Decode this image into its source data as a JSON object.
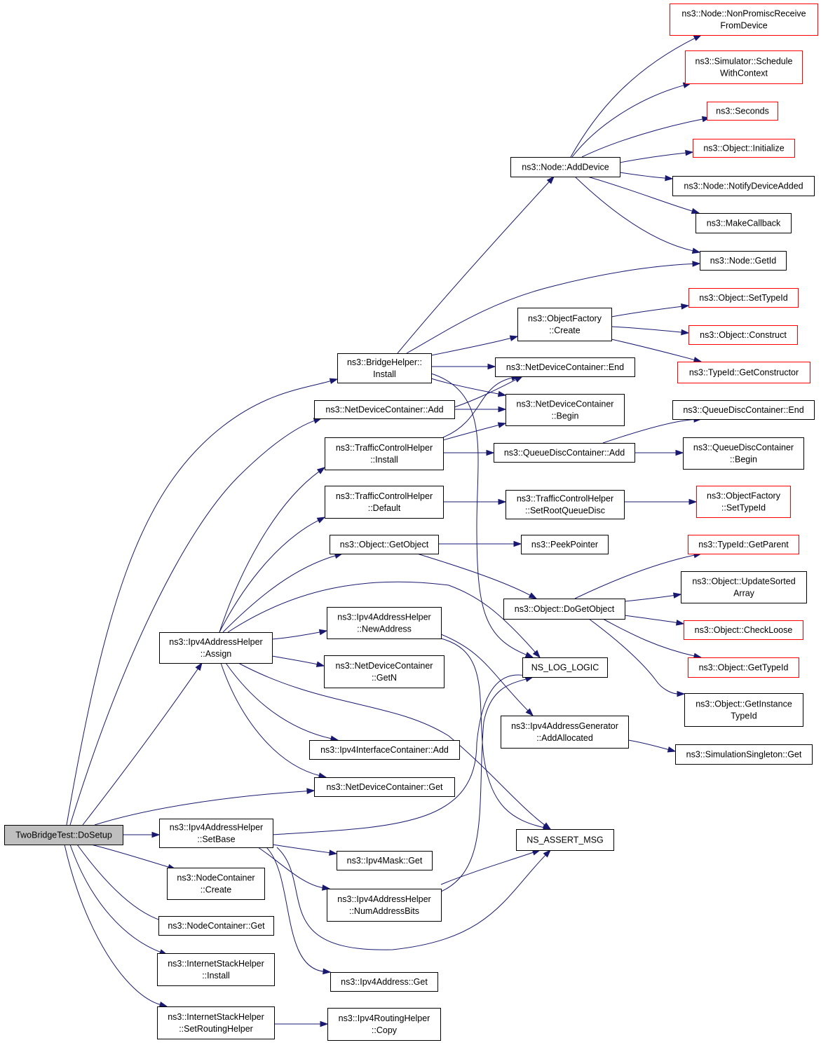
{
  "colors": {
    "edge": "#191970",
    "normal_border": "#000000",
    "truncated_border": "#ff0000",
    "root_fill": "#bfbfbf",
    "node_fill": "#ffffff"
  },
  "nodes": [
    {
      "id": "root",
      "lines": [
        "TwoBridgeTest::DoSetup"
      ],
      "style": "root"
    },
    {
      "id": "bridge_install",
      "lines": [
        "ns3::BridgeHelper::",
        "Install"
      ],
      "style": "normal"
    },
    {
      "id": "ndc_add",
      "lines": [
        "ns3::NetDeviceContainer::Add"
      ],
      "style": "normal"
    },
    {
      "id": "tch_install",
      "lines": [
        "ns3::TrafficControlHelper",
        "::Install"
      ],
      "style": "normal"
    },
    {
      "id": "tch_default",
      "lines": [
        "ns3::TrafficControlHelper",
        "::Default"
      ],
      "style": "normal"
    },
    {
      "id": "obj_getobject",
      "lines": [
        "ns3::Object::GetObject"
      ],
      "style": "normal"
    },
    {
      "id": "ipv4ah_assign",
      "lines": [
        "ns3::Ipv4AddressHelper",
        "::Assign"
      ],
      "style": "normal"
    },
    {
      "id": "ipv4ah_newaddr",
      "lines": [
        "ns3::Ipv4AddressHelper",
        "::NewAddress"
      ],
      "style": "normal"
    },
    {
      "id": "ndc_getn",
      "lines": [
        "ns3::NetDeviceContainer",
        "::GetN"
      ],
      "style": "normal"
    },
    {
      "id": "ipv4ic_add",
      "lines": [
        "ns3::Ipv4InterfaceContainer::Add"
      ],
      "style": "normal"
    },
    {
      "id": "ndc_get",
      "lines": [
        "ns3::NetDeviceContainer::Get"
      ],
      "style": "normal"
    },
    {
      "id": "ipv4ah_setbase",
      "lines": [
        "ns3::Ipv4AddressHelper",
        "::SetBase"
      ],
      "style": "normal"
    },
    {
      "id": "nc_create",
      "lines": [
        "ns3::NodeContainer",
        "::Create"
      ],
      "style": "normal"
    },
    {
      "id": "nc_get",
      "lines": [
        "ns3::NodeContainer::Get"
      ],
      "style": "normal"
    },
    {
      "id": "ish_install",
      "lines": [
        "ns3::InternetStackHelper",
        "::Install"
      ],
      "style": "normal"
    },
    {
      "id": "ish_setrouting",
      "lines": [
        "ns3::InternetStackHelper",
        "::SetRoutingHelper"
      ],
      "style": "normal"
    },
    {
      "id": "ipv4mask_get",
      "lines": [
        "ns3::Ipv4Mask::Get"
      ],
      "style": "normal"
    },
    {
      "id": "ipv4ah_numbits",
      "lines": [
        "ns3::Ipv4AddressHelper",
        "::NumAddressBits"
      ],
      "style": "normal"
    },
    {
      "id": "ipv4addr_get",
      "lines": [
        "ns3::Ipv4Address::Get"
      ],
      "style": "normal"
    },
    {
      "id": "ipv4rh_copy",
      "lines": [
        "ns3::Ipv4RoutingHelper",
        "::Copy"
      ],
      "style": "normal"
    },
    {
      "id": "node_adddevice",
      "lines": [
        "ns3::Node::AddDevice"
      ],
      "style": "normal"
    },
    {
      "id": "of_create",
      "lines": [
        "ns3::ObjectFactory",
        "::Create"
      ],
      "style": "normal"
    },
    {
      "id": "ndc_end",
      "lines": [
        "ns3::NetDeviceContainer::End"
      ],
      "style": "normal"
    },
    {
      "id": "ndc_begin",
      "lines": [
        "ns3::NetDeviceContainer",
        "::Begin"
      ],
      "style": "normal"
    },
    {
      "id": "qdc_add",
      "lines": [
        "ns3::QueueDiscContainer::Add"
      ],
      "style": "normal"
    },
    {
      "id": "tch_setroot",
      "lines": [
        "ns3::TrafficControlHelper",
        "::SetRootQueueDisc"
      ],
      "style": "normal"
    },
    {
      "id": "peekpointer",
      "lines": [
        "ns3::PeekPointer"
      ],
      "style": "normal"
    },
    {
      "id": "obj_dogetobject",
      "lines": [
        "ns3::Object::DoGetObject"
      ],
      "style": "normal"
    },
    {
      "id": "ns_log_logic",
      "lines": [
        "NS_LOG_LOGIC"
      ],
      "style": "normal"
    },
    {
      "id": "ipv4ag_addalloc",
      "lines": [
        "ns3::Ipv4AddressGenerator",
        "::AddAllocated"
      ],
      "style": "normal"
    },
    {
      "id": "ns_assert_msg",
      "lines": [
        "NS_ASSERT_MSG"
      ],
      "style": "normal"
    },
    {
      "id": "node_nonpromisc",
      "lines": [
        "ns3::Node::NonPromiscReceive",
        "FromDevice"
      ],
      "style": "truncated"
    },
    {
      "id": "sim_schedule",
      "lines": [
        "ns3::Simulator::Schedule",
        "WithContext"
      ],
      "style": "truncated"
    },
    {
      "id": "seconds",
      "lines": [
        "ns3::Seconds"
      ],
      "style": "truncated"
    },
    {
      "id": "obj_initialize",
      "lines": [
        "ns3::Object::Initialize"
      ],
      "style": "truncated"
    },
    {
      "id": "node_notify",
      "lines": [
        "ns3::Node::NotifyDeviceAdded"
      ],
      "style": "normal"
    },
    {
      "id": "makecallback",
      "lines": [
        "ns3::MakeCallback"
      ],
      "style": "normal"
    },
    {
      "id": "node_getid",
      "lines": [
        "ns3::Node::GetId"
      ],
      "style": "normal"
    },
    {
      "id": "obj_settypeid",
      "lines": [
        "ns3::Object::SetTypeId"
      ],
      "style": "truncated"
    },
    {
      "id": "obj_construct",
      "lines": [
        "ns3::Object::Construct"
      ],
      "style": "truncated"
    },
    {
      "id": "typeid_getctor",
      "lines": [
        "ns3::TypeId::GetConstructor"
      ],
      "style": "truncated"
    },
    {
      "id": "qdc_end",
      "lines": [
        "ns3::QueueDiscContainer::End"
      ],
      "style": "normal"
    },
    {
      "id": "qdc_begin",
      "lines": [
        "ns3::QueueDiscContainer",
        "::Begin"
      ],
      "style": "normal"
    },
    {
      "id": "of_settypeid",
      "lines": [
        "ns3::ObjectFactory",
        "::SetTypeId"
      ],
      "style": "truncated"
    },
    {
      "id": "typeid_getparent",
      "lines": [
        "ns3::TypeId::GetParent"
      ],
      "style": "truncated"
    },
    {
      "id": "obj_updatesorted",
      "lines": [
        "ns3::Object::UpdateSorted",
        "Array"
      ],
      "style": "normal"
    },
    {
      "id": "obj_checkloose",
      "lines": [
        "ns3::Object::CheckLoose"
      ],
      "style": "truncated"
    },
    {
      "id": "obj_gettypeid",
      "lines": [
        "ns3::Object::GetTypeId"
      ],
      "style": "truncated"
    },
    {
      "id": "obj_getinstance",
      "lines": [
        "ns3::Object::GetInstance",
        "TypeId"
      ],
      "style": "normal"
    },
    {
      "id": "simsingleton_get",
      "lines": [
        "ns3::SimulationSingleton::Get"
      ],
      "style": "normal"
    }
  ],
  "edges": [
    [
      "root",
      "bridge_install"
    ],
    [
      "root",
      "ndc_add"
    ],
    [
      "root",
      "ipv4ah_assign"
    ],
    [
      "root",
      "ndc_get"
    ],
    [
      "root",
      "ipv4ah_setbase"
    ],
    [
      "root",
      "nc_create"
    ],
    [
      "root",
      "nc_get"
    ],
    [
      "root",
      "ish_install"
    ],
    [
      "root",
      "ish_setrouting"
    ],
    [
      "bridge_install",
      "node_adddevice"
    ],
    [
      "bridge_install",
      "of_create"
    ],
    [
      "bridge_install",
      "ndc_end"
    ],
    [
      "bridge_install",
      "ndc_begin"
    ],
    [
      "bridge_install",
      "node_getid"
    ],
    [
      "bridge_install",
      "ns_log_logic"
    ],
    [
      "ndc_add",
      "ndc_end"
    ],
    [
      "ndc_add",
      "ndc_begin"
    ],
    [
      "tch_install",
      "ndc_end"
    ],
    [
      "tch_install",
      "ndc_begin"
    ],
    [
      "tch_install",
      "qdc_add"
    ],
    [
      "tch_default",
      "tch_setroot"
    ],
    [
      "obj_getobject",
      "peekpointer"
    ],
    [
      "obj_getobject",
      "obj_dogetobject"
    ],
    [
      "ipv4ah_assign",
      "tch_install"
    ],
    [
      "ipv4ah_assign",
      "tch_default"
    ],
    [
      "ipv4ah_assign",
      "obj_getobject"
    ],
    [
      "ipv4ah_assign",
      "ipv4ah_newaddr"
    ],
    [
      "ipv4ah_assign",
      "ndc_getn"
    ],
    [
      "ipv4ah_assign",
      "ipv4ic_add"
    ],
    [
      "ipv4ah_assign",
      "ndc_get"
    ],
    [
      "ipv4ah_assign",
      "ns_log_logic"
    ],
    [
      "ipv4ah_assign",
      "ns_assert_msg"
    ],
    [
      "ipv4ah_newaddr",
      "ipv4ag_addalloc"
    ],
    [
      "ipv4ah_newaddr",
      "ns_assert_msg"
    ],
    [
      "ipv4ah_setbase",
      "ipv4mask_get"
    ],
    [
      "ipv4ah_setbase",
      "ipv4ah_numbits"
    ],
    [
      "ipv4ah_setbase",
      "ipv4addr_get"
    ],
    [
      "ipv4ah_setbase",
      "ns_log_logic"
    ],
    [
      "ipv4ah_setbase",
      "ns_assert_msg"
    ],
    [
      "ipv4ah_numbits",
      "ns_log_logic"
    ],
    [
      "ipv4ah_numbits",
      "ns_assert_msg"
    ],
    [
      "ish_setrouting",
      "ipv4rh_copy"
    ],
    [
      "node_adddevice",
      "node_nonpromisc"
    ],
    [
      "node_adddevice",
      "sim_schedule"
    ],
    [
      "node_adddevice",
      "seconds"
    ],
    [
      "node_adddevice",
      "obj_initialize"
    ],
    [
      "node_adddevice",
      "node_notify"
    ],
    [
      "node_adddevice",
      "makecallback"
    ],
    [
      "node_adddevice",
      "node_getid"
    ],
    [
      "of_create",
      "obj_settypeid"
    ],
    [
      "of_create",
      "obj_construct"
    ],
    [
      "of_create",
      "typeid_getctor"
    ],
    [
      "qdc_add",
      "qdc_end"
    ],
    [
      "qdc_add",
      "qdc_begin"
    ],
    [
      "tch_setroot",
      "of_settypeid"
    ],
    [
      "obj_dogetobject",
      "typeid_getparent"
    ],
    [
      "obj_dogetobject",
      "obj_updatesorted"
    ],
    [
      "obj_dogetobject",
      "obj_checkloose"
    ],
    [
      "obj_dogetobject",
      "obj_gettypeid"
    ],
    [
      "obj_dogetobject",
      "obj_getinstance"
    ],
    [
      "ipv4ag_addalloc",
      "simsingleton_get"
    ]
  ]
}
